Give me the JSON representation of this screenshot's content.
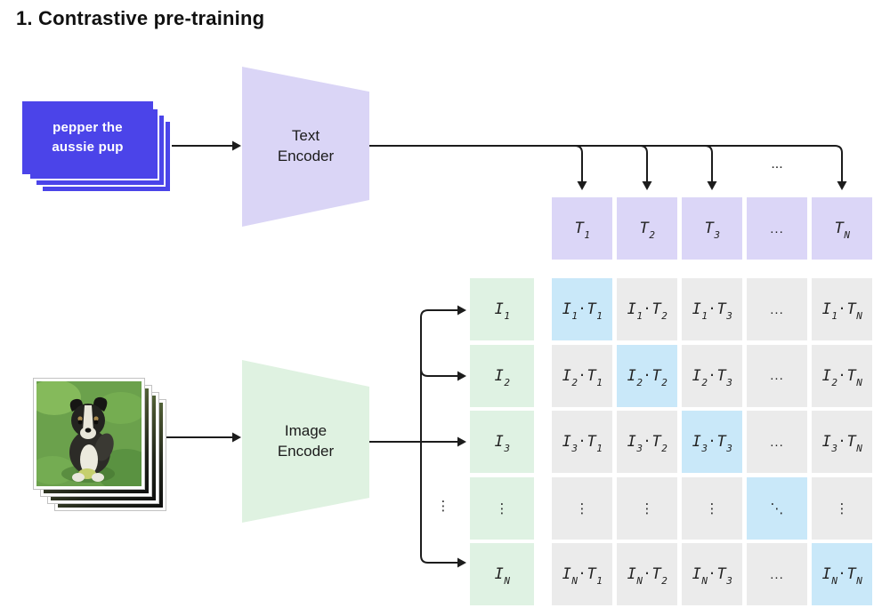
{
  "title": "1. Contrastive pre-training",
  "text_input": {
    "line1": "pepper the",
    "line2": "aussie pup"
  },
  "text_encoder": {
    "line1": "Text",
    "line2": "Encoder"
  },
  "image_encoder": {
    "line1": "Image",
    "line2": "Encoder"
  },
  "symbols": {
    "h_ellipsis": "...",
    "v_ellipsis": "⋮",
    "d_ellipsis": "⋱",
    "dot": "·"
  },
  "annotations": {
    "text_column_ellipsis": "...",
    "image_row_ellipsis": "⋮"
  },
  "text_embeddings": {
    "cells": [
      {
        "sym": "T",
        "sub": "1"
      },
      {
        "sym": "T",
        "sub": "2"
      },
      {
        "sym": "T",
        "sub": "3"
      },
      {
        "ellipsis": "..."
      },
      {
        "sym": "T",
        "sub": "N"
      }
    ]
  },
  "image_embeddings": {
    "cells": [
      {
        "sym": "I",
        "sub": "1"
      },
      {
        "sym": "I",
        "sub": "2"
      },
      {
        "sym": "I",
        "sub": "3"
      },
      {
        "ellipsis": "⋮"
      },
      {
        "sym": "I",
        "sub": "N"
      }
    ]
  },
  "similarity_matrix": {
    "rows": [
      {
        "cells": [
          {
            "a": "I",
            "a_sub": "1",
            "b": "T",
            "b_sub": "1"
          },
          {
            "a": "I",
            "a_sub": "1",
            "b": "T",
            "b_sub": "2"
          },
          {
            "a": "I",
            "a_sub": "1",
            "b": "T",
            "b_sub": "3"
          },
          {
            "ellipsis": "..."
          },
          {
            "a": "I",
            "a_sub": "1",
            "b": "T",
            "b_sub": "N"
          }
        ]
      },
      {
        "cells": [
          {
            "a": "I",
            "a_sub": "2",
            "b": "T",
            "b_sub": "1"
          },
          {
            "a": "I",
            "a_sub": "2",
            "b": "T",
            "b_sub": "2"
          },
          {
            "a": "I",
            "a_sub": "2",
            "b": "T",
            "b_sub": "3"
          },
          {
            "ellipsis": "..."
          },
          {
            "a": "I",
            "a_sub": "2",
            "b": "T",
            "b_sub": "N"
          }
        ]
      },
      {
        "cells": [
          {
            "a": "I",
            "a_sub": "3",
            "b": "T",
            "b_sub": "1"
          },
          {
            "a": "I",
            "a_sub": "3",
            "b": "T",
            "b_sub": "2"
          },
          {
            "a": "I",
            "a_sub": "3",
            "b": "T",
            "b_sub": "3"
          },
          {
            "ellipsis": "..."
          },
          {
            "a": "I",
            "a_sub": "3",
            "b": "T",
            "b_sub": "N"
          }
        ]
      },
      {
        "cells": [
          {
            "ellipsis": "⋮"
          },
          {
            "ellipsis": "⋮"
          },
          {
            "ellipsis": "⋮"
          },
          {
            "ellipsis": "⋱"
          },
          {
            "ellipsis": "⋮"
          }
        ]
      },
      {
        "cells": [
          {
            "a": "I",
            "a_sub": "N",
            "b": "T",
            "b_sub": "1"
          },
          {
            "a": "I",
            "a_sub": "N",
            "b": "T",
            "b_sub": "2"
          },
          {
            "a": "I",
            "a_sub": "N",
            "b": "T",
            "b_sub": "3"
          },
          {
            "ellipsis": "..."
          },
          {
            "a": "I",
            "a_sub": "N",
            "b": "T",
            "b_sub": "N"
          }
        ]
      }
    ]
  },
  "colors": {
    "prompt_card": "#4b44e9",
    "text_embedding": "#dbd6f7",
    "text_encoder": "#dad5f6",
    "image_embedding": "#dff2e3",
    "image_encoder": "#dff2e1",
    "matrix_cell": "#ebebeb",
    "matrix_diagonal": "#c9e8f9",
    "arrow": "#1c1c1c"
  }
}
